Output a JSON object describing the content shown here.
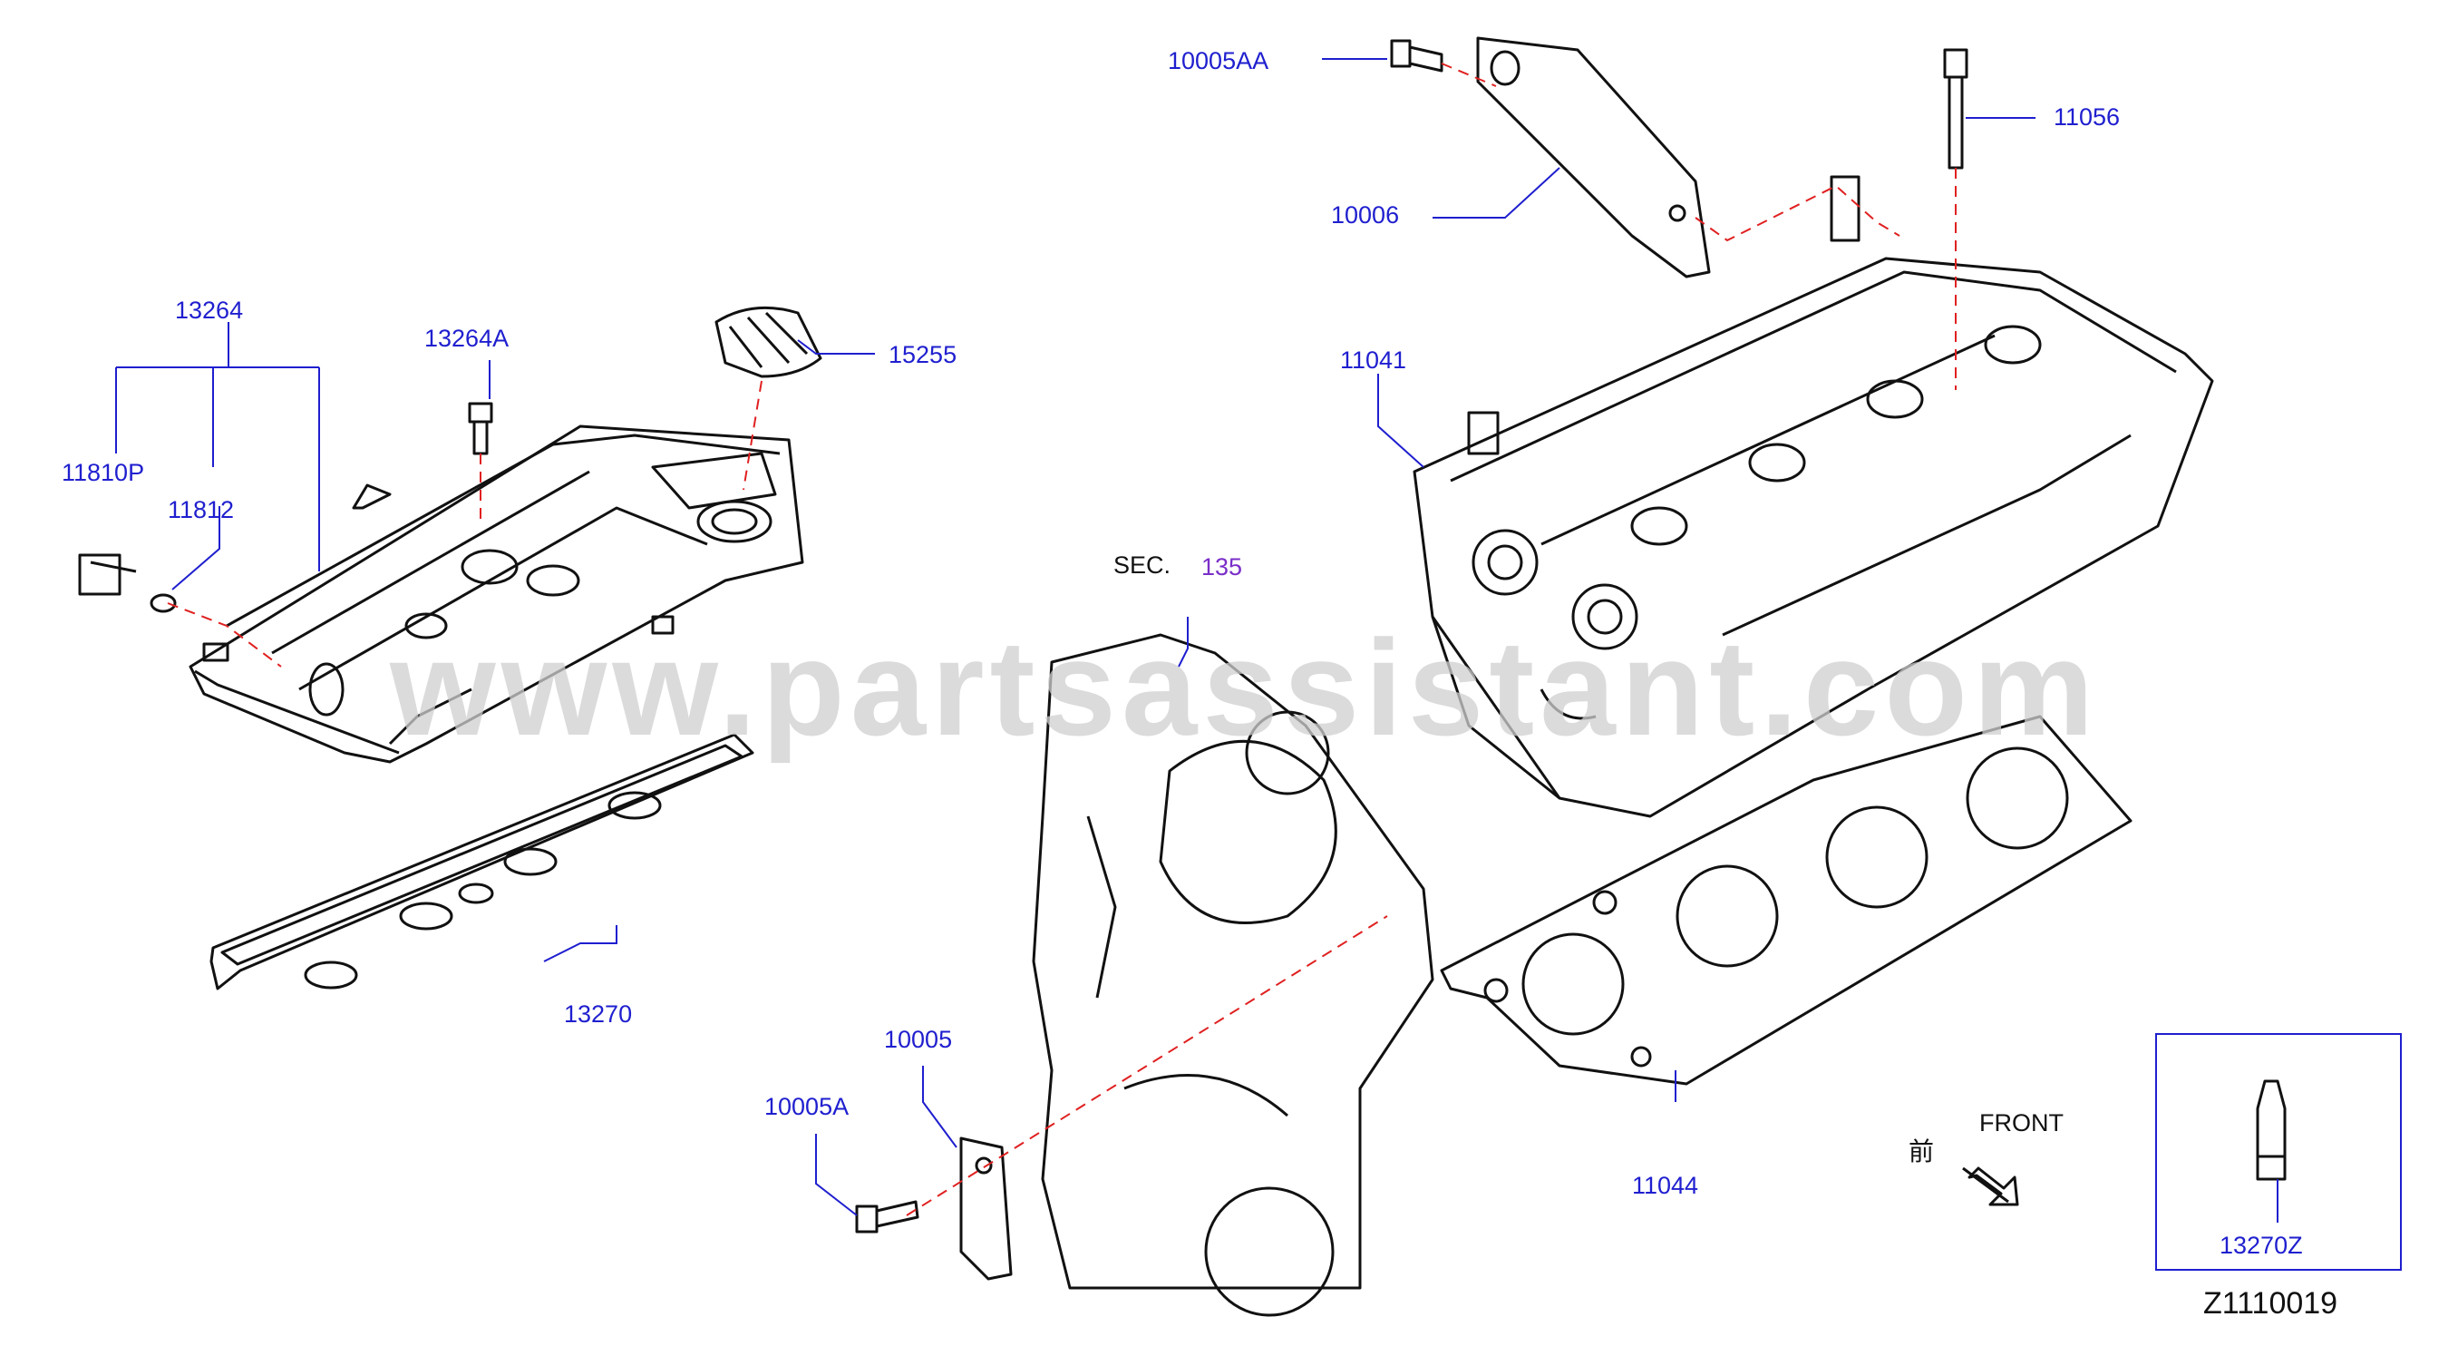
{
  "watermark": "www.partsassistant.com",
  "labels": {
    "p13264": "13264",
    "p13264A": "13264A",
    "p15255": "15255",
    "p11810P": "11810P",
    "p11812": "11812",
    "p13270": "13270",
    "p10005AA": "10005AA",
    "p10006": "10006",
    "p11056": "11056",
    "p11041": "11041",
    "sec": "SEC.",
    "sec_num": "135",
    "p10005": "10005",
    "p10005A": "10005A",
    "p11044": "11044",
    "front": "FRONT",
    "front_cjk": "前",
    "p13270Z": "13270Z",
    "diagram_ref": "Z1110019"
  },
  "colors": {
    "label": "#1f1fcf",
    "leader": "#1f1fcf",
    "part_outline": "#111111",
    "phantom": "#e02020",
    "watermark": "#cfcfcf"
  }
}
